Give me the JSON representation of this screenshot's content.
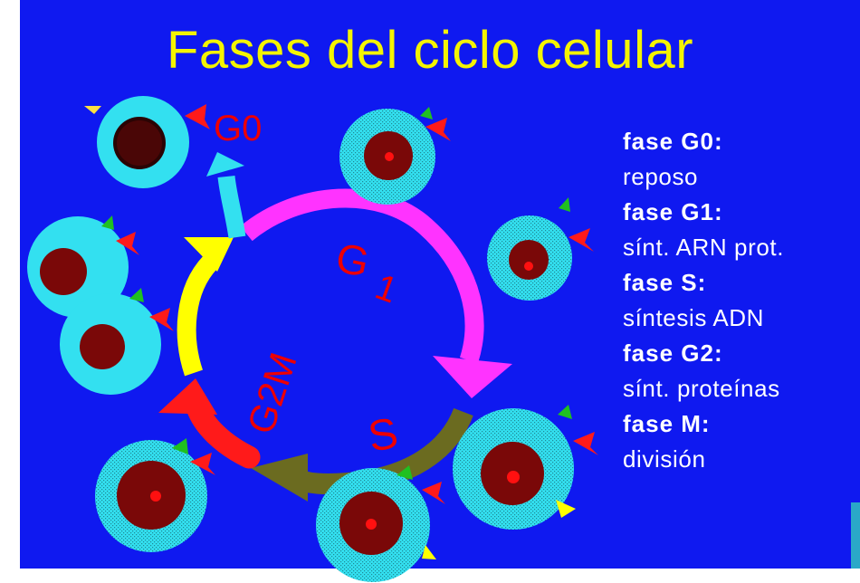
{
  "slide": {
    "title": "Fases del ciclo celular",
    "colors": {
      "background": "#0f19f0",
      "title": "#f4f400",
      "legend_text": "#ffffff",
      "cytoplasm": "#33e0f0",
      "nucleus": "#7a0808",
      "nucleolus": "#ff1010",
      "arrow_G1": "#ff33ff",
      "arrow_S": "#6b6b20",
      "arrow_G2M_yellow": "#ffff00",
      "arrow_G2M_red": "#ff1a1a",
      "arrow_G0": "#33e0f0",
      "phase_labels": "#ee0000"
    }
  },
  "diagram": {
    "label_G0": "G0",
    "label_G1_main": "G",
    "label_G1_sub": "1",
    "label_S": "S",
    "label_G2M": "G2M"
  },
  "legend": [
    {
      "phase": "fase G0:",
      "desc": "reposo"
    },
    {
      "phase": "fase G1:",
      "desc": "sínt. ARN prot."
    },
    {
      "phase": "fase S:",
      "desc": "síntesis ADN"
    },
    {
      "phase": "fase G2:",
      "desc": "sínt. proteínas"
    },
    {
      "phase": "fase M:",
      "desc": "división"
    }
  ]
}
